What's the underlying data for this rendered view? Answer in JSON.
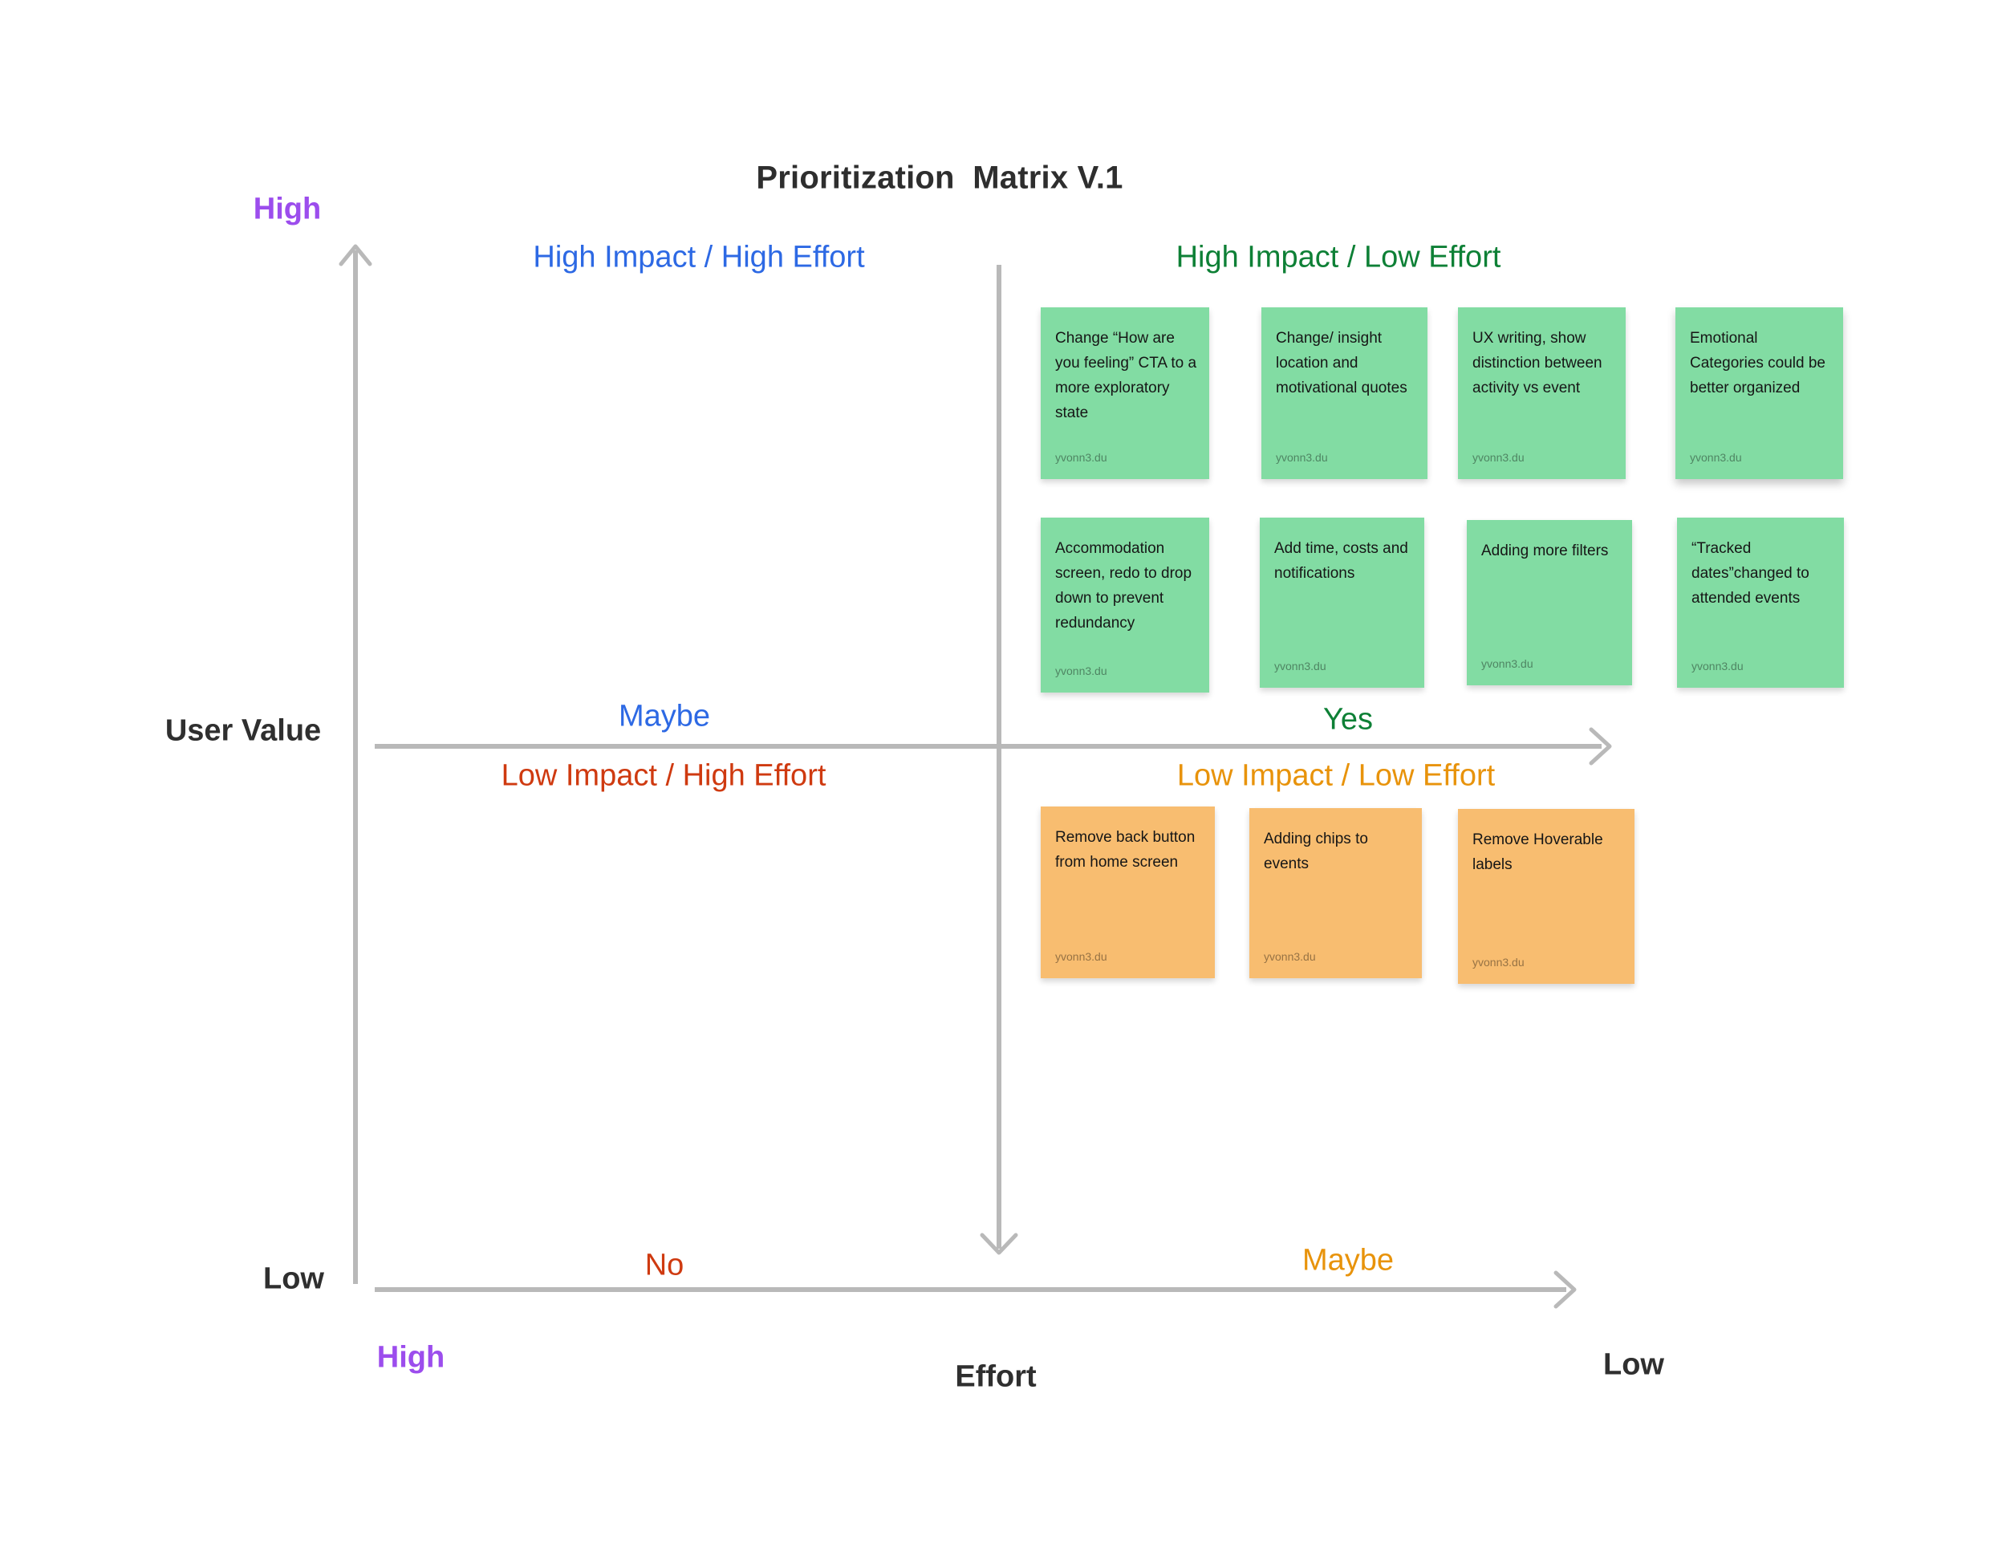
{
  "board": {
    "title": "Prioritization  Matrix V.1"
  },
  "axis": {
    "vertical_name": "User Value",
    "vertical_top": "High",
    "vertical_bottom": "Low",
    "horizontal_name": "Effort",
    "horizontal_left": "High",
    "horizontal_right": "Low"
  },
  "quadrants": {
    "top_left": {
      "label": "High Impact / High Effort",
      "decision": "Maybe",
      "color": "#2d69e4"
    },
    "top_right": {
      "label": "High Impact / Low Effort",
      "decision": "Yes",
      "color": "#0e8036"
    },
    "bottom_left": {
      "label": "Low Impact / High Effort",
      "decision": "No",
      "color": "#cf3a10"
    },
    "bottom_right": {
      "label": "Low Impact / Low Effort",
      "decision": "Maybe",
      "color": "#e8930b"
    }
  },
  "colors": {
    "green_note": "#82dca3",
    "orange_note": "#f8bd70",
    "axis_gray": "#b9b9b9",
    "purple_label": "#9c4ded",
    "title_text": "#2e2e2e"
  },
  "notes": [
    {
      "text": "Change “How are you feeling” CTA to a more exploratory state",
      "author": "yvonn3.du",
      "color": "green"
    },
    {
      "text": "Change/ insight location and motivational quotes",
      "author": "yvonn3.du",
      "color": "green"
    },
    {
      "text": "UX writing, show distinction between activity vs event",
      "author": "yvonn3.du",
      "color": "green"
    },
    {
      "text": "Emotional Categories could be better organized",
      "author": "yvonn3.du",
      "color": "green"
    },
    {
      "text": "Accommodation screen, redo to drop down to prevent redundancy",
      "author": "yvonn3.du",
      "color": "green"
    },
    {
      "text": "Add time, costs and notifications",
      "author": "yvonn3.du",
      "color": "green"
    },
    {
      "text": "Adding more filters",
      "author": "yvonn3.du",
      "color": "green"
    },
    {
      "text": "“Tracked dates”changed to attended events",
      "author": "yvonn3.du",
      "color": "green"
    },
    {
      "text": "Remove back button from home screen",
      "author": "yvonn3.du",
      "color": "orange"
    },
    {
      "text": "Adding chips to events",
      "author": "yvonn3.du",
      "color": "orange"
    },
    {
      "text": "Remove Hoverable labels",
      "author": "yvonn3.du",
      "color": "orange"
    }
  ]
}
